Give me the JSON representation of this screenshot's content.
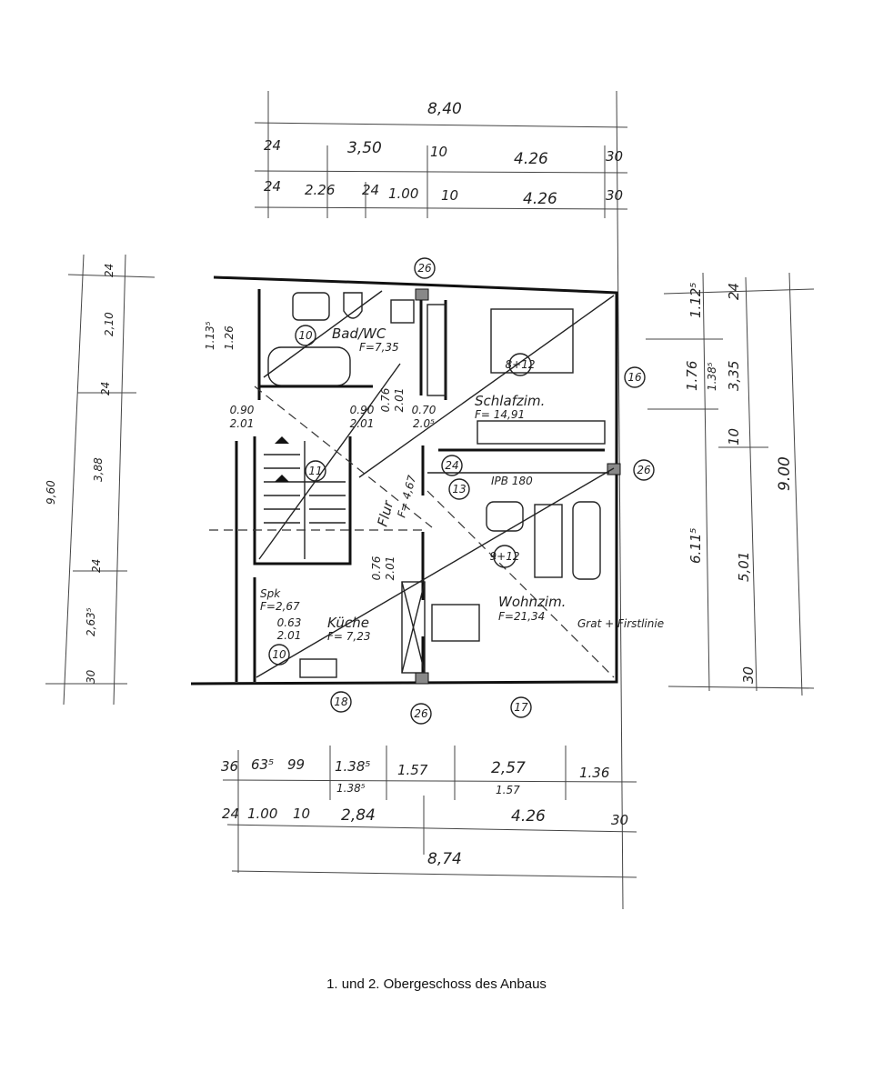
{
  "caption": "1. und 2. Obergeschoss des Anbaus",
  "dims_top": {
    "total": "8,40",
    "row1": [
      "24",
      "3,50",
      "10",
      "4.26",
      "30"
    ],
    "row2": [
      "24",
      "2.26",
      "24",
      "1.00",
      "10",
      "4.26",
      "30"
    ]
  },
  "dims_bottom": {
    "row1": [
      "36",
      "63⁵",
      "99",
      "1.38⁵",
      "1.57",
      "2,57",
      "1.36"
    ],
    "row1_sub": [
      "1.38⁵",
      "1.57"
    ],
    "row2": [
      "24",
      "1.00",
      "10",
      "2,84",
      "4.26",
      "30"
    ],
    "total": "8,74"
  },
  "dims_right": [
    "1.12⁵",
    "24",
    "1.76",
    "1.38⁵",
    "3,35",
    "10",
    "6.11⁵",
    "5,01",
    "9.00",
    "30"
  ],
  "dims_left": [
    "24",
    "2,10",
    "24",
    "3,88",
    "24",
    "2,63⁵",
    "30",
    "9,60",
    "1.13⁵",
    "1.26"
  ],
  "rooms": {
    "bad": {
      "name": "Bad/WC",
      "area": "F=7,35"
    },
    "schlaf": {
      "name": "Schlafzim.",
      "area": "F= 14,91"
    },
    "flur": {
      "name": "Flur",
      "area": "F= 4,67"
    },
    "kueche": {
      "name": "Küche",
      "area": "F= 7,23"
    },
    "spk": {
      "name": "Spk",
      "area": "F=2,67"
    },
    "wohn": {
      "name": "Wohnzim.",
      "area": "F=21,34"
    }
  },
  "doors": [
    "0.90",
    "2.01",
    "0.90",
    "2.01",
    "0.76",
    "2.01",
    "0.70",
    "2.0⁵",
    "0.76",
    "2.01",
    "0.63",
    "2.01"
  ],
  "markers": [
    "26",
    "10",
    "8+12",
    "16",
    "11",
    "24",
    "13",
    "9+12",
    "26",
    "10",
    "18",
    "26",
    "17"
  ],
  "beam": "IPB 180",
  "ridge": "Grat + Firstlinie"
}
